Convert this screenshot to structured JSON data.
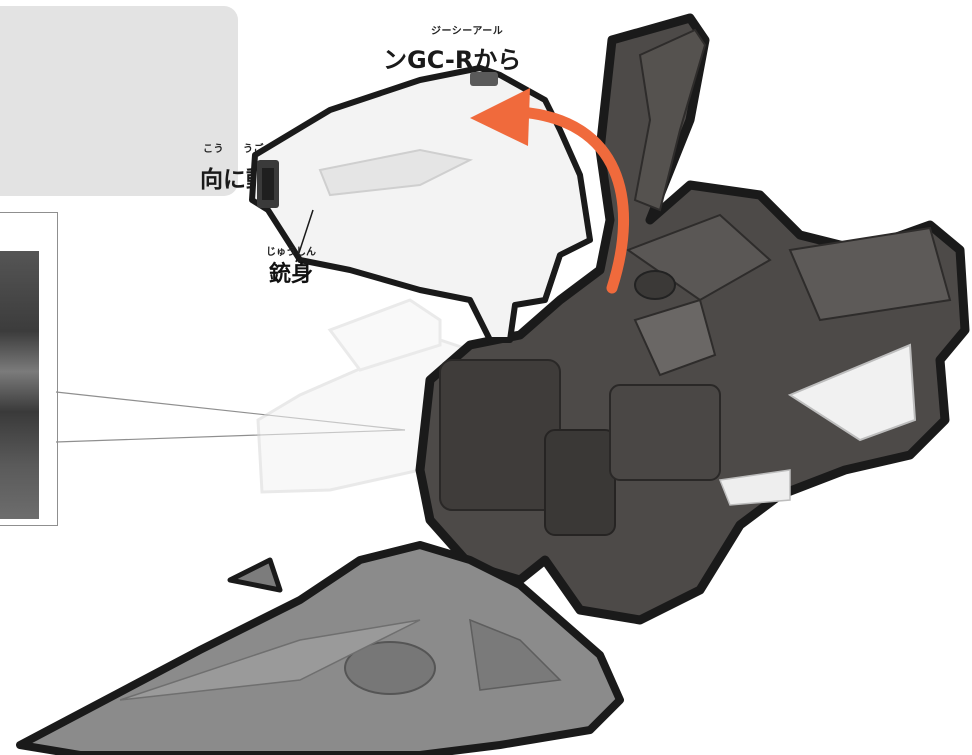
{
  "instruction": {
    "ruby_gcr": "ジーシーアール",
    "line1": "ンGC-Rから",
    "ruby_kou": "こう",
    "ruby_ugo": "うご",
    "line2": "向に動かします。"
  },
  "part_label": {
    "ruby": "じゅうしん",
    "text": "銃身"
  },
  "colors": {
    "arrow": "#f06a3c",
    "dark_part": "#4d4a48",
    "light_part": "#f2f2f2",
    "callout_bg": "#e3e3e3"
  }
}
